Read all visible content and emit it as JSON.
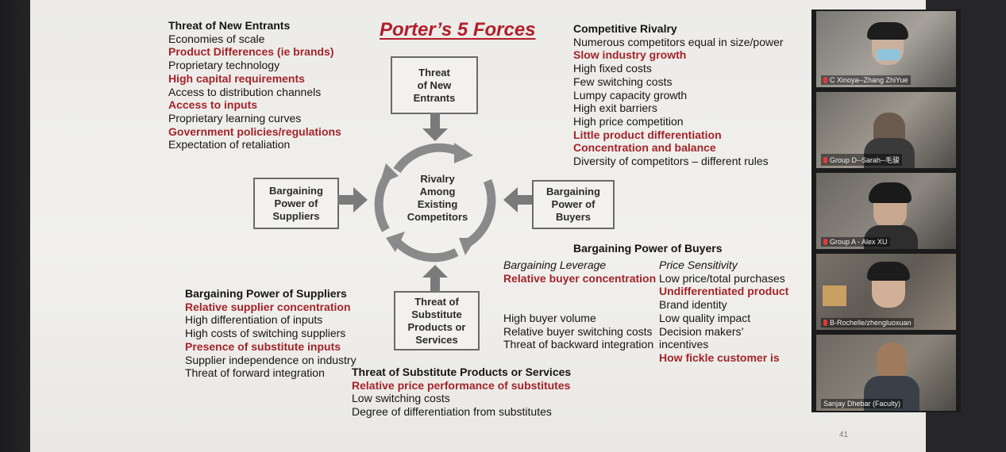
{
  "slide": {
    "title": "Porter’s 5 Forces",
    "page_number": "41",
    "new_entrants": {
      "heading": "Threat of New Entrants",
      "items": [
        {
          "text": "Economies of scale",
          "red": false
        },
        {
          "text": "Product Differences (ie brands)",
          "red": true
        },
        {
          "text": "Proprietary technology",
          "red": false
        },
        {
          "text": "High capital requirements",
          "red": true
        },
        {
          "text": "Access to distribution channels",
          "red": false
        },
        {
          "text": "Access to inputs",
          "red": true
        },
        {
          "text": "Proprietary learning curves",
          "red": false
        },
        {
          "text": "Government policies/regulations",
          "red": true
        },
        {
          "text": "Expectation of retaliation",
          "red": false
        }
      ]
    },
    "rivalry": {
      "heading": "Competitive Rivalry",
      "items": [
        {
          "text": "Numerous competitors equal in size/power",
          "red": false
        },
        {
          "text": "Slow industry growth",
          "red": true
        },
        {
          "text": "High fixed costs",
          "red": false
        },
        {
          "text": "Few switching costs",
          "red": false
        },
        {
          "text": "Lumpy capacity growth",
          "red": false
        },
        {
          "text": "High exit barriers",
          "red": false
        },
        {
          "text": "High price competition",
          "red": false
        },
        {
          "text": "Little product differentiation",
          "red": true
        },
        {
          "text": "Concentration and balance",
          "red": true
        },
        {
          "text": "Diversity of competitors – different rules",
          "red": false
        }
      ]
    },
    "buyers": {
      "heading": "Bargaining Power of Buyers",
      "leverage_heading": "Bargaining Leverage",
      "leverage_items": [
        {
          "text": "Relative buyer concentration",
          "red": true
        },
        {
          "text": "",
          "red": false
        },
        {
          "text": "",
          "red": false
        },
        {
          "text": "High buyer volume",
          "red": false
        },
        {
          "text": "Relative buyer switching costs",
          "red": false
        },
        {
          "text": "Threat of backward integration",
          "red": false
        }
      ],
      "sensitivity_heading": "Price Sensitivity",
      "sensitivity_items": [
        {
          "text": "Low price/total purchases",
          "red": false
        },
        {
          "text": "Undifferentiated product",
          "red": true
        },
        {
          "text": "Brand identity",
          "red": false
        },
        {
          "text": "Low quality impact",
          "red": false
        },
        {
          "text": "Decision makers’",
          "red": false
        },
        {
          "text": "incentives",
          "red": false
        },
        {
          "text": "How fickle customer is",
          "red": true
        }
      ]
    },
    "suppliers": {
      "heading": "Bargaining Power of Suppliers",
      "items": [
        {
          "text": "Relative supplier concentration",
          "red": true
        },
        {
          "text": "High differentiation of inputs",
          "red": false
        },
        {
          "text": "High costs of switching suppliers",
          "red": false
        },
        {
          "text": "Presence of substitute inputs",
          "red": true
        },
        {
          "text": "Supplier independence on industry",
          "red": false
        },
        {
          "text": "Threat of forward integration",
          "red": false
        }
      ]
    },
    "substitutes": {
      "heading": "Threat of Substitute Products or Services",
      "items": [
        {
          "text": "Relative price performance of substitutes",
          "red": true
        },
        {
          "text": "Low switching costs",
          "red": false
        },
        {
          "text": "Degree of differentiation from substitutes",
          "red": false
        }
      ]
    },
    "diagram": {
      "box_new_entrants": "Threat\nof New\nEntrants",
      "box_suppliers": "Bargaining\nPower of\nSuppliers",
      "box_buyers": "Bargaining\nPower of\nBuyers",
      "box_substitutes": "Threat of\nSubstitute\nProducts or\nServices",
      "center": "Rivalry\nAmong\nExisting\nCompetitors"
    }
  },
  "participants": [
    {
      "name": "C Xinoya--Zhang ZhiYue",
      "muted": true
    },
    {
      "name": "Group D--Sarah--毛骏",
      "muted": true
    },
    {
      "name": "Group A - Alex XU",
      "muted": true
    },
    {
      "name": "B-Rochelle/zhengluoxuan",
      "muted": true
    },
    {
      "name": "Sanjay Dhebar (Faculty)",
      "muted": false
    }
  ],
  "colors": {
    "accent_red": "#a3242a",
    "title_red": "#b01f2a",
    "arrow_gray": "#7a7a7a"
  }
}
